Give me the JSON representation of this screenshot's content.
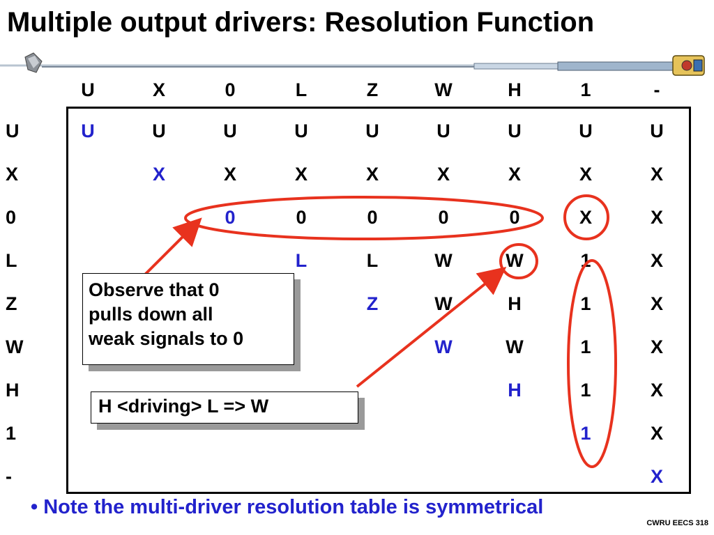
{
  "slide": {
    "title": "Multiple output drivers: Resolution Function",
    "footer": "CWRU EECS 318",
    "bullet_text": "Note the multi-driver resolution table is symmetrical"
  },
  "table": {
    "column_headers": [
      "U",
      "X",
      "0",
      "L",
      "Z",
      "W",
      "H",
      "1",
      "-"
    ],
    "row_labels": [
      "U",
      "X",
      "0",
      "L",
      "Z",
      "W",
      "H",
      "1",
      "-"
    ],
    "rows": [
      [
        "U",
        "U",
        "U",
        "U",
        "U",
        "U",
        "U",
        "U",
        "U"
      ],
      [
        "",
        "X",
        "X",
        "X",
        "X",
        "X",
        "X",
        "X",
        "X"
      ],
      [
        "",
        "",
        "0",
        "0",
        "0",
        "0",
        "0",
        "X",
        "X"
      ],
      [
        "",
        "",
        "",
        "L",
        "L",
        "W",
        "W",
        "1",
        "X"
      ],
      [
        "",
        "",
        "",
        "",
        "Z",
        "W",
        "H",
        "1",
        "X"
      ],
      [
        "",
        "",
        "",
        "",
        "",
        "W",
        "W",
        "1",
        "X"
      ],
      [
        "",
        "",
        "",
        "",
        "",
        "",
        "H",
        "1",
        "X"
      ],
      [
        "",
        "",
        "",
        "",
        "",
        "",
        "",
        "1",
        "X"
      ],
      [
        "",
        "",
        "",
        "",
        "",
        "",
        "",
        "",
        "X"
      ]
    ],
    "diagonal_color": "#2222cc"
  },
  "callouts": {
    "zero_note": [
      "Observe that 0",
      "pulls down all",
      "weak signals to 0"
    ],
    "driving_note": "H <driving> L => W"
  },
  "annotation_color": "#e8321e"
}
